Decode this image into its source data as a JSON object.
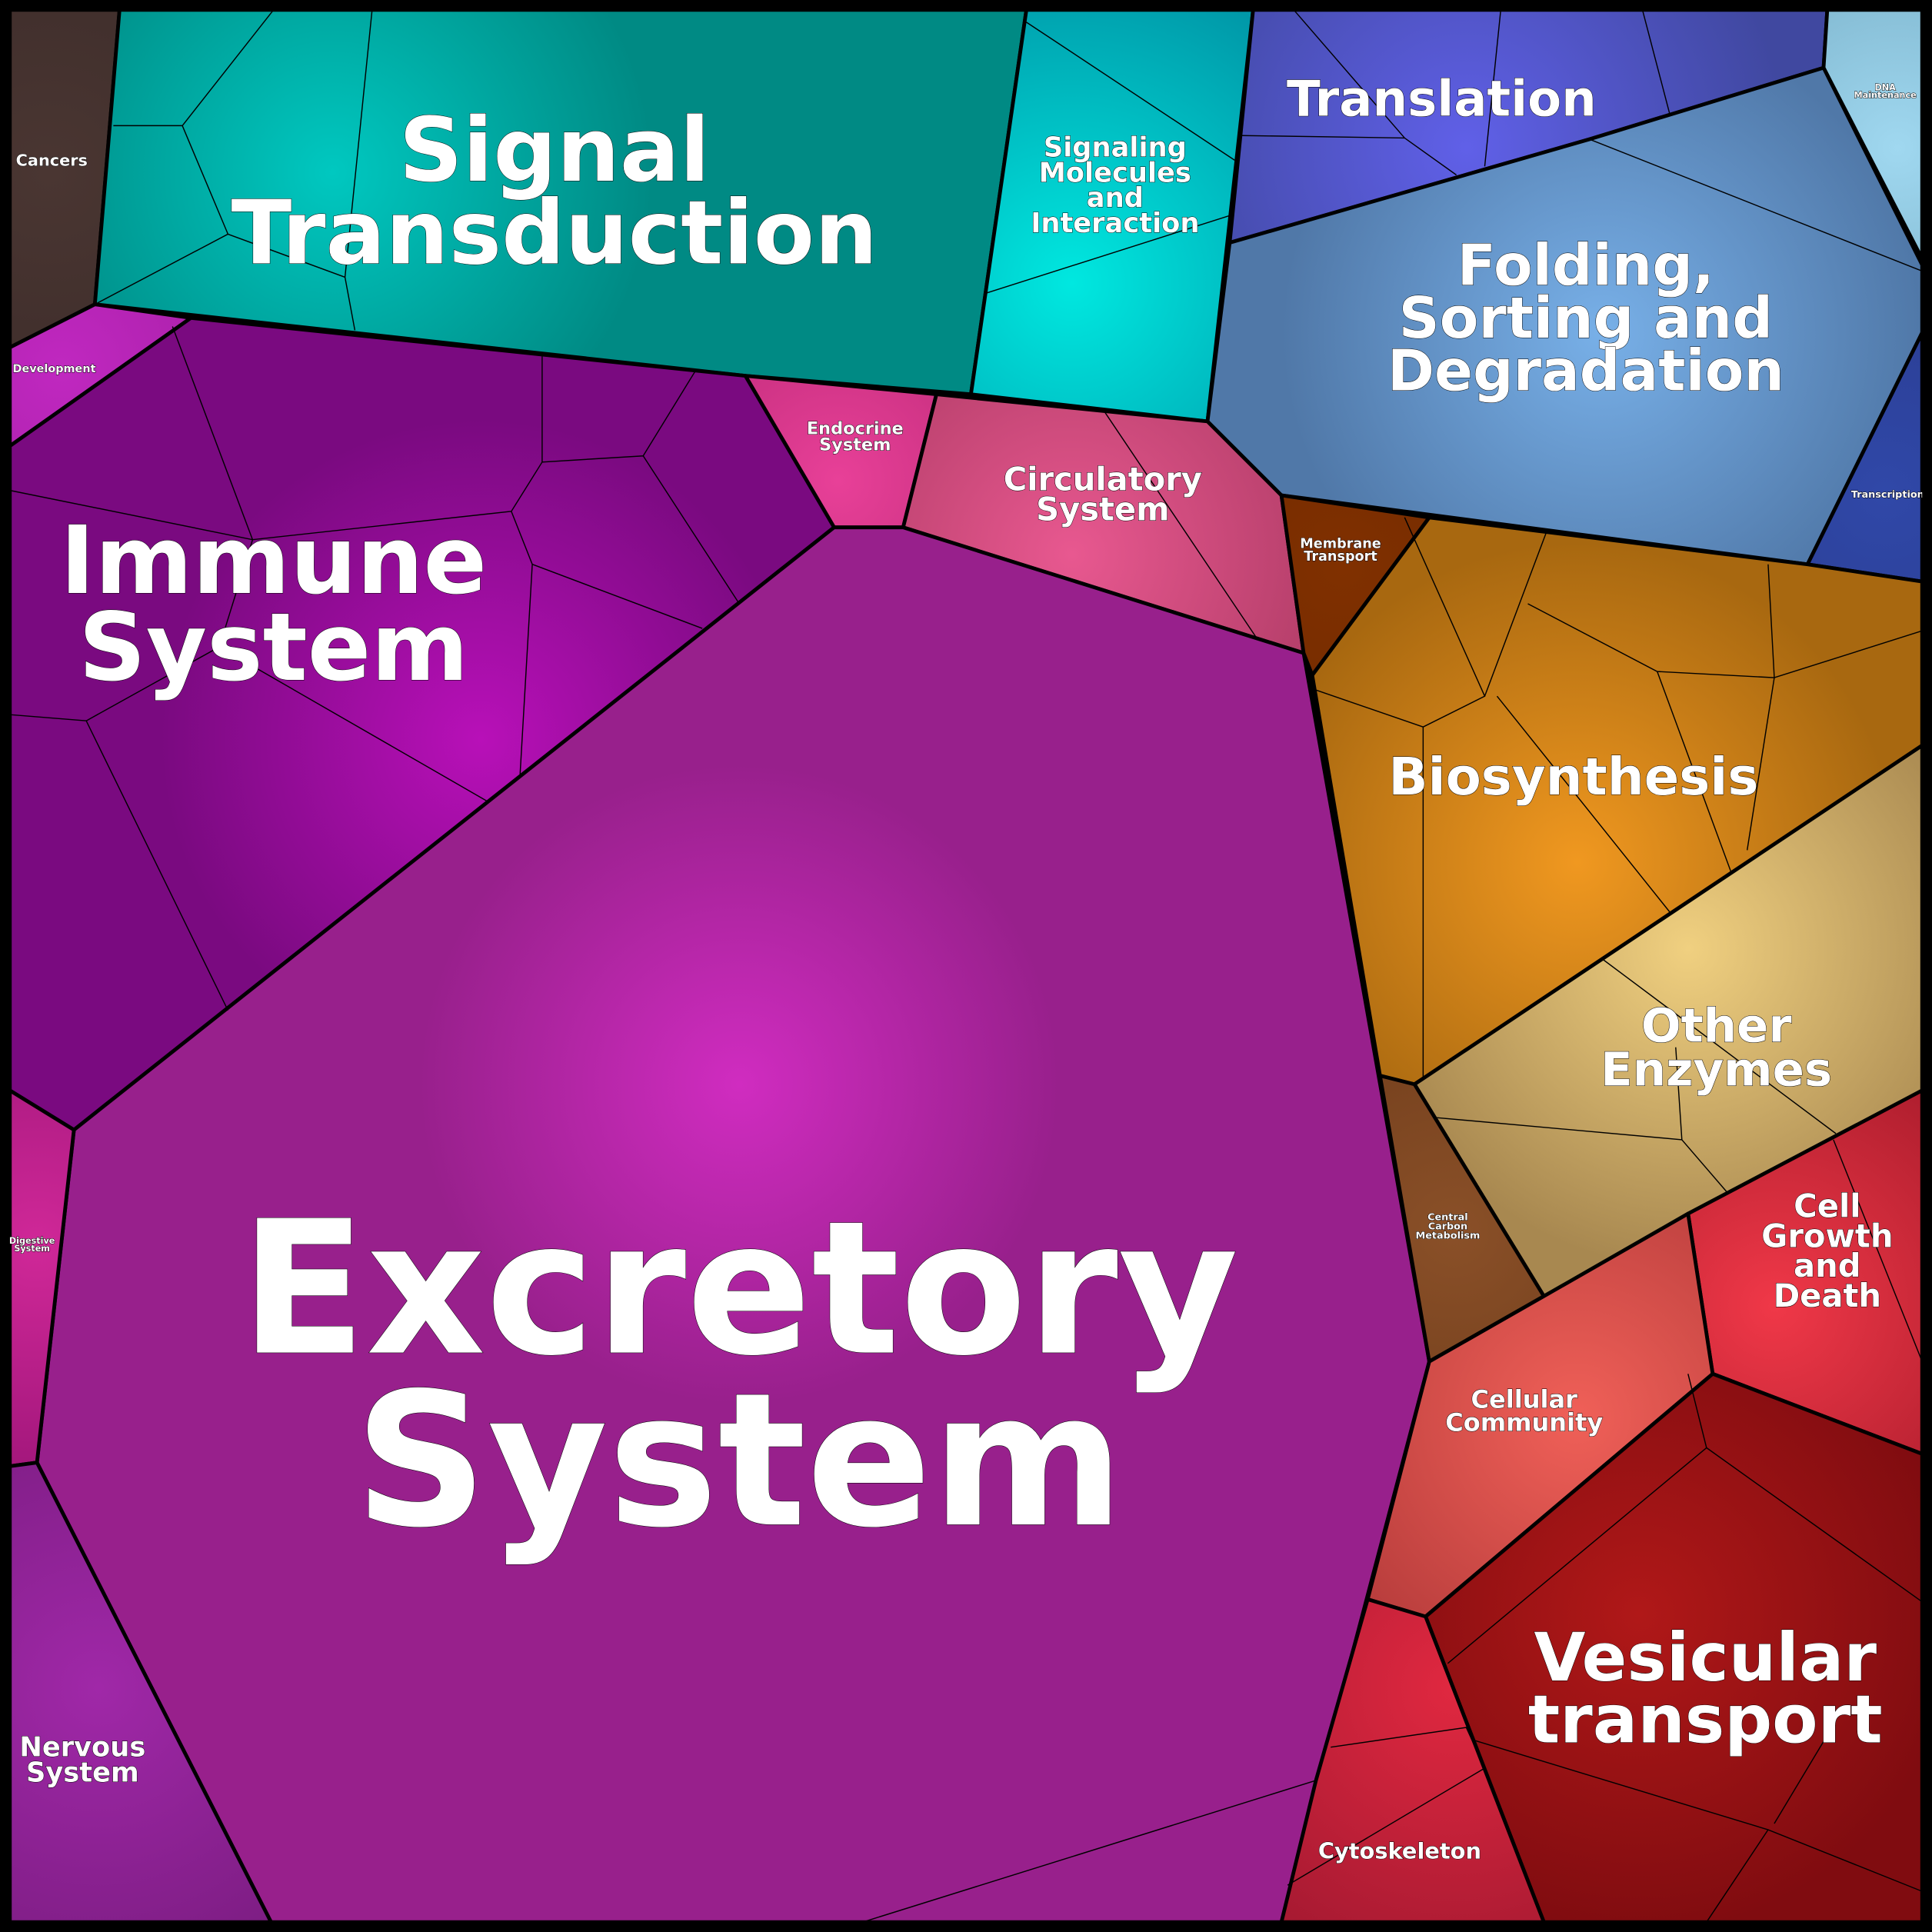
{
  "cells": [
    {
      "id": "cancers",
      "label": [
        "Cancers"
      ],
      "color": "#3a2a28",
      "hi": "#4a3632"
    },
    {
      "id": "signal-transduction",
      "label": [
        "Signal",
        "Transduction"
      ],
      "color": "#008a84",
      "hi": "#00c8c0"
    },
    {
      "id": "signaling-molecules",
      "label": [
        "Signaling",
        "Molecules",
        "and",
        "Interaction"
      ],
      "color": "#0098a8",
      "hi": "#00e8e0"
    },
    {
      "id": "translation",
      "label": [
        "Translation"
      ],
      "color": "#4048a0",
      "hi": "#6060e8"
    },
    {
      "id": "dna-maintenance",
      "label": [
        "DNA",
        "Maintenance"
      ],
      "color": "#6aa0b8",
      "hi": "#a0d8f0"
    },
    {
      "id": "folding",
      "label": [
        "Folding,",
        "Sorting and",
        "Degradation"
      ],
      "color": "#5078a8",
      "hi": "#78b0e8"
    },
    {
      "id": "transcription",
      "label": [
        "Transcription"
      ],
      "color": "#283888",
      "hi": "#3048a8"
    },
    {
      "id": "development",
      "label": [
        "Development"
      ],
      "color": "#9a1a98",
      "hi": "#c028c0"
    },
    {
      "id": "immune-system",
      "label": [
        "Immune",
        "System"
      ],
      "color": "#7a0a80",
      "hi": "#b810b8"
    },
    {
      "id": "endocrine-system",
      "label": [
        "Endocrine",
        "System"
      ],
      "color": "#a82068",
      "hi": "#e84098"
    },
    {
      "id": "circulatory-system",
      "label": [
        "Circulatory",
        "System"
      ],
      "color": "#a83860",
      "hi": "#e85890"
    },
    {
      "id": "excretory-system",
      "label": [
        "Excretory",
        "System"
      ],
      "color": "#98208c",
      "hi": "#d02cc0"
    },
    {
      "id": "digestive-system",
      "label": [
        "Digestive",
        "System"
      ],
      "color": "#901070",
      "hi": "#d02898"
    },
    {
      "id": "nervous-system",
      "label": [
        "Nervous",
        "System"
      ],
      "color": "#7a1c80",
      "hi": "#a028a8"
    },
    {
      "id": "membrane-transport",
      "label": [
        "Membrane",
        "Transport"
      ],
      "color": "#6a2800",
      "hi": "#803000"
    },
    {
      "id": "biosynthesis",
      "label": [
        "Biosynthesis"
      ],
      "color": "#a86810",
      "hi": "#f09820"
    },
    {
      "id": "other-enzymes",
      "label": [
        "Other",
        "Enzymes"
      ],
      "color": "#a88850",
      "hi": "#f0d080"
    },
    {
      "id": "central-carbon-metabolism",
      "label": [
        "Central",
        "Carbon",
        "Metabolism"
      ],
      "color": "#6a3818",
      "hi": "#8a5028"
    },
    {
      "id": "cell-growth-and-death",
      "label": [
        "Cell",
        "Growth",
        "and",
        "Death"
      ],
      "color": "#a01828",
      "hi": "#f03848"
    },
    {
      "id": "cellular-community",
      "label": [
        "Cellular",
        "Community"
      ],
      "color": "#b03838",
      "hi": "#f06058"
    },
    {
      "id": "vesicular-transport",
      "label": [
        "Vesicular",
        "transport"
      ],
      "color": "#800c10",
      "hi": "#b01818"
    },
    {
      "id": "cytoskeleton",
      "label": [
        "Cytoskeleton"
      ],
      "color": "#a01830",
      "hi": "#e02840"
    }
  ]
}
